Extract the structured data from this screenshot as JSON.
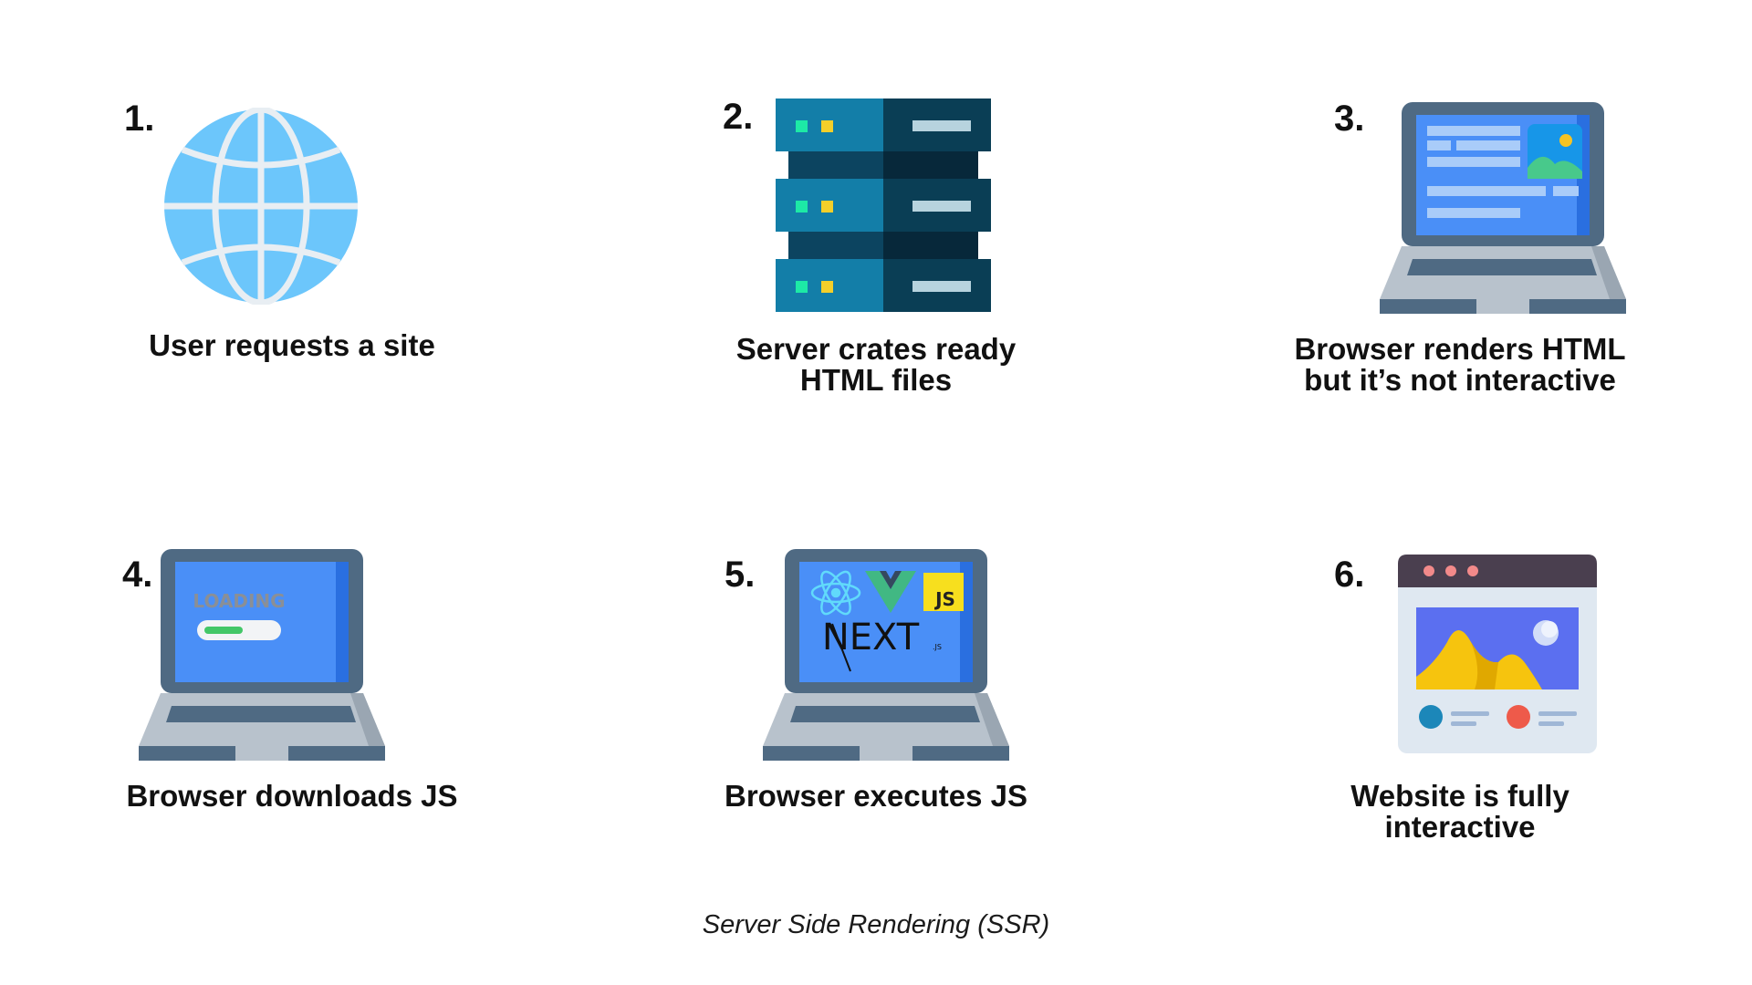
{
  "steps": [
    {
      "number": "1.",
      "label": "User requests a site",
      "icon": "globe-icon"
    },
    {
      "number": "2.",
      "label": "Server crates ready\nHTML files",
      "icon": "server-icon"
    },
    {
      "number": "3.",
      "label": "Browser renders HTML\nbut it’s not interactive",
      "icon": "laptop-webpage-icon"
    },
    {
      "number": "4.",
      "label": "Browser downloads JS",
      "icon": "laptop-loading-icon"
    },
    {
      "number": "5.",
      "label": "Browser executes JS",
      "icon": "laptop-frameworks-icon"
    },
    {
      "number": "6.",
      "label": "Website is fully\ninteractive",
      "icon": "website-window-icon"
    }
  ],
  "icon_text": {
    "loading": "LOADING",
    "js_badge": "JS",
    "next_logo": "NEXT",
    "next_suffix": ".JS"
  },
  "caption": "Server Side Rendering (SSR)",
  "colors": {
    "globe": "#6cc6fb",
    "server_light": "#137ea8",
    "server_dark": "#0a3e55",
    "laptop_frame": "#4f6a83",
    "laptop_screen": "#4a8ff7",
    "laptop_base": "#b8c2cc",
    "window_header": "#4a3f4f"
  }
}
